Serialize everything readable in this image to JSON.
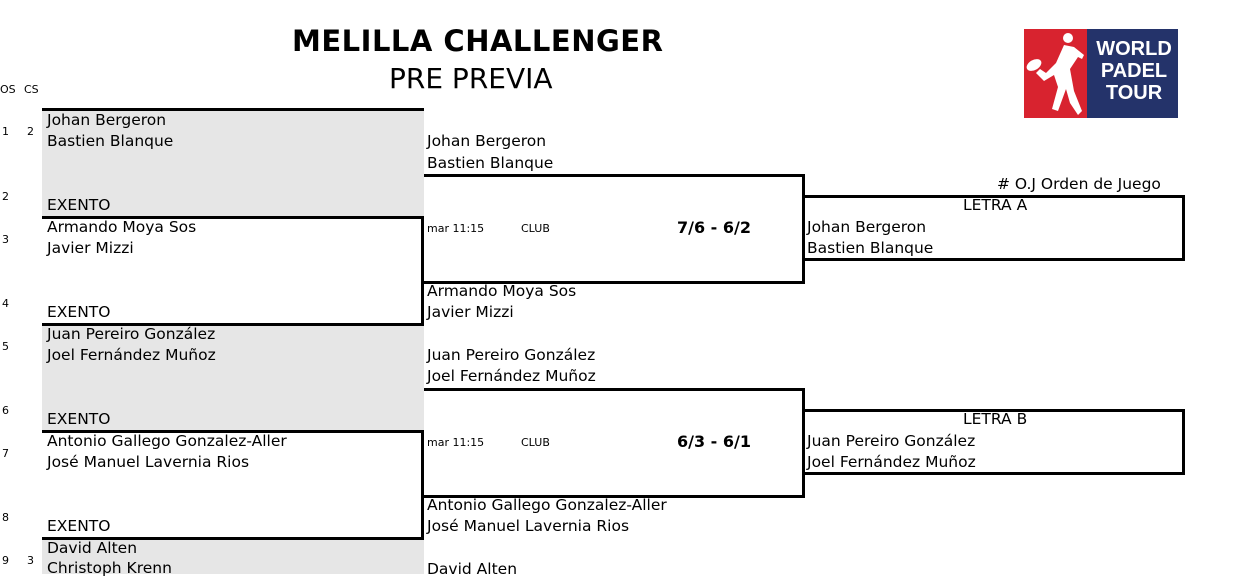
{
  "header": {
    "title": "MELILLA CHALLENGER",
    "subtitle": "PRE PREVIA",
    "col_os": "OS",
    "col_cs": "CS"
  },
  "logo": {
    "line1": "WORLD",
    "line2": "PADEL",
    "line3": "TOUR",
    "colors": {
      "red": "#d8232f",
      "blue": "#24336a"
    }
  },
  "draw": {
    "rows": [
      {
        "os": "1",
        "cs": "2"
      },
      {
        "os": "2"
      },
      {
        "os": "3"
      },
      {
        "os": "4"
      },
      {
        "os": "5"
      },
      {
        "os": "6"
      },
      {
        "os": "7"
      },
      {
        "os": "8"
      },
      {
        "os": "9",
        "cs": "3"
      }
    ],
    "round1": [
      {
        "p1": "Johan Bergeron",
        "p2": "Bastien Blanque"
      },
      {
        "p1": "EXENTO"
      },
      {
        "p1": "Armando Moya Sos",
        "p2": "Javier Mizzi"
      },
      {
        "p1": "EXENTO"
      },
      {
        "p1": "Juan Pereiro González",
        "p2": "Joel Fernández Muñoz"
      },
      {
        "p1": "EXENTO"
      },
      {
        "p1": "Antonio Gallego Gonzalez-Aller",
        "p2": "José Manuel  Lavernia  Rios"
      },
      {
        "p1": "EXENTO"
      },
      {
        "p1": "David Alten",
        "p2": "Christoph Krenn"
      }
    ],
    "round2": [
      {
        "p1": "Johan Bergeron",
        "p2": "Bastien Blanque"
      },
      {
        "p1": "Armando Moya Sos",
        "p2": "Javier Mizzi"
      },
      {
        "p1": "Juan Pereiro González",
        "p2": "Joel Fernández Muñoz"
      },
      {
        "p1": "Antonio Gallego Gonzalez-Aller",
        "p2": "José Manuel  Lavernia  Rios"
      },
      {
        "p1": "David Alten"
      }
    ],
    "matches": [
      {
        "time": "mar 11:15",
        "court": "CLUB",
        "score": "7/6 - 6/2"
      },
      {
        "time": "mar 11:15",
        "court": "CLUB",
        "score": "6/3 - 6/1"
      }
    ],
    "oj_label": "# O.J Orden de Juego",
    "qualifiers": [
      {
        "letter": "LETRA A",
        "p1": "Johan Bergeron",
        "p2": "Bastien Blanque"
      },
      {
        "letter": "LETRA B",
        "p1": "Juan Pereiro González",
        "p2": "Joel Fernández Muñoz"
      }
    ]
  }
}
